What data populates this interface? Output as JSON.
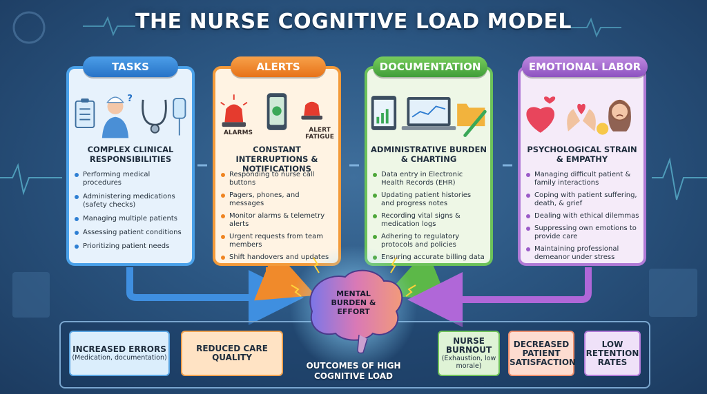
{
  "title": "THE NURSE COGNITIVE LOAD MODEL",
  "categories": [
    {
      "tab": "TASKS",
      "heading": "COMPLEX CLINICAL RESPONSIBILITIES",
      "items": [
        "Performing medical procedures",
        "Administering medications (safety checks)",
        "Managing multiple patients",
        "Assessing patient conditions",
        "Prioritizing patient needs"
      ]
    },
    {
      "tab": "ALERTS",
      "icon_labels": [
        "ALARMS",
        "ALERT FATIGUE"
      ],
      "heading": "CONSTANT INTERRUPTIONS & NOTIFICATIONS",
      "items": [
        "Responding to nurse call buttons",
        "Pagers, phones, and messages",
        "Monitor alarms & telemetry alerts",
        "Urgent requests from team members",
        "Shift handovers and updates"
      ]
    },
    {
      "tab": "DOCUMENTATION",
      "heading": "ADMINISTRATIVE BURDEN & CHARTING",
      "items": [
        "Data entry in Electronic Health Records (EHR)",
        "Updating patient histories and progress notes",
        "Recording vital signs & medication logs",
        "Adhering to regulatory protocols and policies",
        "Ensuring accurate billing data"
      ]
    },
    {
      "tab": "EMOTIONAL LABOR",
      "heading": "PSYCHOLOGICAL STRAIN & EMPATHY",
      "items": [
        "Managing difficult patient & family interactions",
        "Coping with patient suffering, death, & grief",
        "Dealing with ethical dilemmas",
        "Suppressing own emotions to provide care",
        "Maintaining professional demeanor under stress"
      ]
    }
  ],
  "center": {
    "label": "MENTAL BURDEN & EFFORT",
    "caption": "OUTCOMES OF HIGH COGNITIVE LOAD"
  },
  "outcomes": [
    {
      "title": "INCREASED ERRORS",
      "sub": "(Medication, documentation)"
    },
    {
      "title": "REDUCED CARE QUALITY",
      "sub": ""
    },
    {
      "title": "NURSE BURNOUT",
      "sub": "(Exhaustion, low morale)"
    },
    {
      "title": "DECREASED PATIENT SATISFACTION",
      "sub": ""
    },
    {
      "title": "LOW RETENTION RATES",
      "sub": ""
    }
  ],
  "colors": {
    "tasks": "#4aa1e9",
    "alerts": "#f39a3a",
    "documentation": "#6cc25a",
    "emotional_labor": "#b07ad6",
    "background": "#2b5682"
  },
  "icons": [
    "nurse-icon",
    "clipboard-icon",
    "stethoscope-icon",
    "iv-bag-icon",
    "alarm-light-icon",
    "phone-icon",
    "tablet-chart-icon",
    "laptop-icon",
    "folder-icon",
    "pen-icon",
    "heart-icon",
    "hands-icon",
    "sad-face-icon",
    "brain-icon"
  ]
}
